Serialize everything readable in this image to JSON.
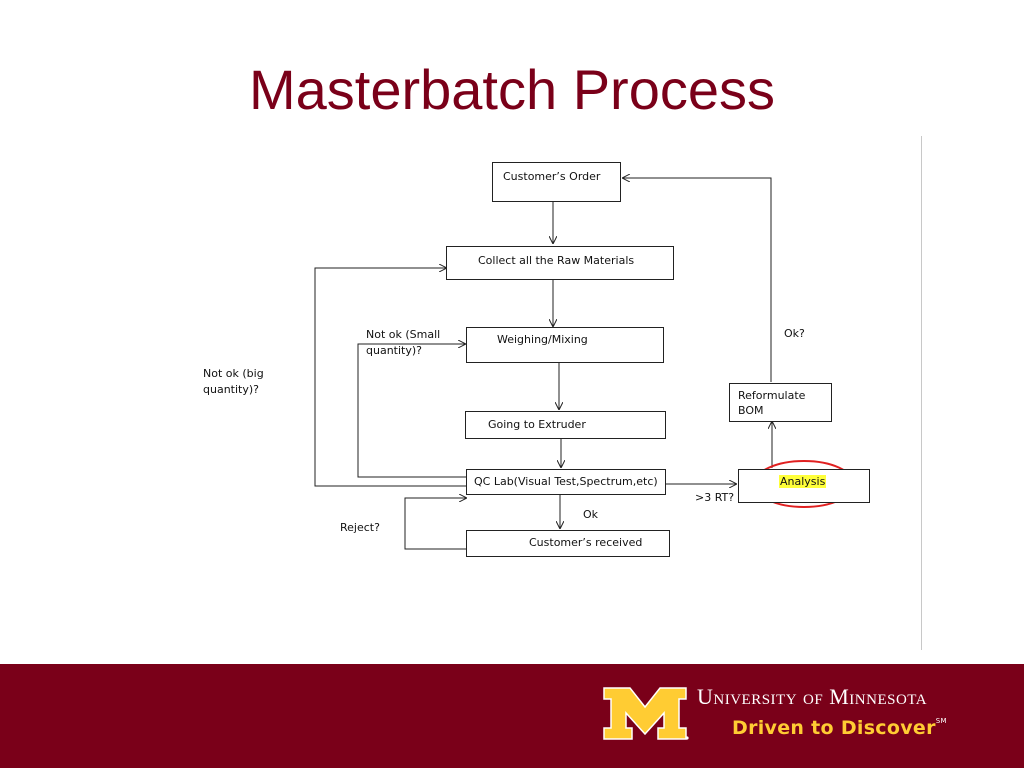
{
  "slide": {
    "title": "Masterbatch Process"
  },
  "diagram": {
    "nodes": {
      "customers_order": "Customer’s Order",
      "collect_raw": "Collect all the Raw Materials",
      "weighing": "Weighing/Mixing",
      "extruder": "Going to Extruder",
      "qc_lab": "QC Lab(Visual Test,Spectrum,etc)",
      "customers_received": "Customer’s received",
      "analysis": "Analysis",
      "reformulate_line1": "Reformulate",
      "reformulate_line2": "BOM"
    },
    "labels": {
      "not_ok_small_1": "Not ok (Small",
      "not_ok_small_2": "quantity)?",
      "not_ok_big_1": "Not ok (big",
      "not_ok_big_2": "quantity)?",
      "reject": "Reject?",
      "ok_bottom": "Ok",
      "rt": ">3 RT?",
      "ok_top": "Ok?"
    },
    "colors": {
      "highlight": "#ffff3a",
      "circle": "#e02020",
      "line": "#222222"
    }
  },
  "footer": {
    "university_name": "University of Minnesota",
    "tagline": "Driven to Discover",
    "service_mark": "SM",
    "colors": {
      "background": "#7a0019",
      "gold": "#ffcc33"
    }
  }
}
